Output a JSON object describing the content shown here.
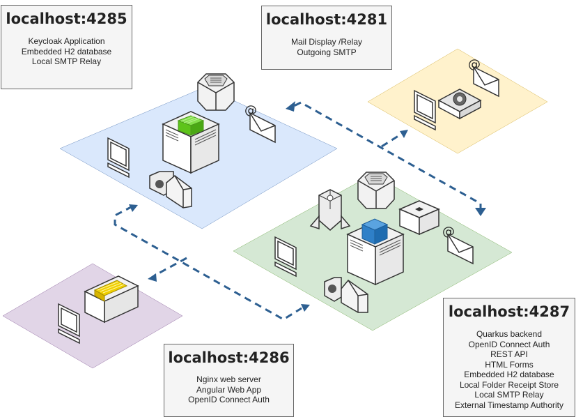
{
  "nodes": [
    {
      "id": "4285",
      "host": "localhost:4285",
      "lines": [
        "Keycloak Application",
        "Embedded H2 database",
        "Local SMTP Relay"
      ],
      "zone_color": "#dae8fc"
    },
    {
      "id": "4281",
      "host": "localhost:4281",
      "lines": [
        "Mail Display /Relay",
        "Outgoing SMTP"
      ],
      "zone_color": "#fff2cc"
    },
    {
      "id": "4287",
      "host": "localhost:4287",
      "lines": [
        "Quarkus backend",
        "OpenID Connect Auth",
        "REST API",
        "HTML Forms",
        "Embedded H2 database",
        "Local Folder Receipt Store",
        "Local SMTP Relay",
        "External Timestamp Authority"
      ],
      "zone_color": "#d5e8d4"
    },
    {
      "id": "4286",
      "host": "localhost:4286",
      "lines": [
        "Nginx web server",
        "Angular Web App",
        "OpenID Connect Auth"
      ],
      "zone_color": "#e1d5e7"
    }
  ],
  "colors": {
    "arrow": "#2d5f91",
    "label_bg": "#f5f5f5",
    "label_border": "#666666"
  },
  "icons": {
    "keycloak": [
      "workstation-icon",
      "server-icon",
      "database-icon",
      "mail-icon",
      "firewall-icon"
    ],
    "mail": [
      "workstation-icon",
      "mail-relay-icon",
      "mail-icon"
    ],
    "quarkus": [
      "workstation-icon",
      "server-icon",
      "database-icon",
      "security-icon",
      "storage-icon",
      "mail-icon",
      "firewall-icon"
    ],
    "nginx": [
      "workstation-icon",
      "web-server-icon"
    ]
  }
}
